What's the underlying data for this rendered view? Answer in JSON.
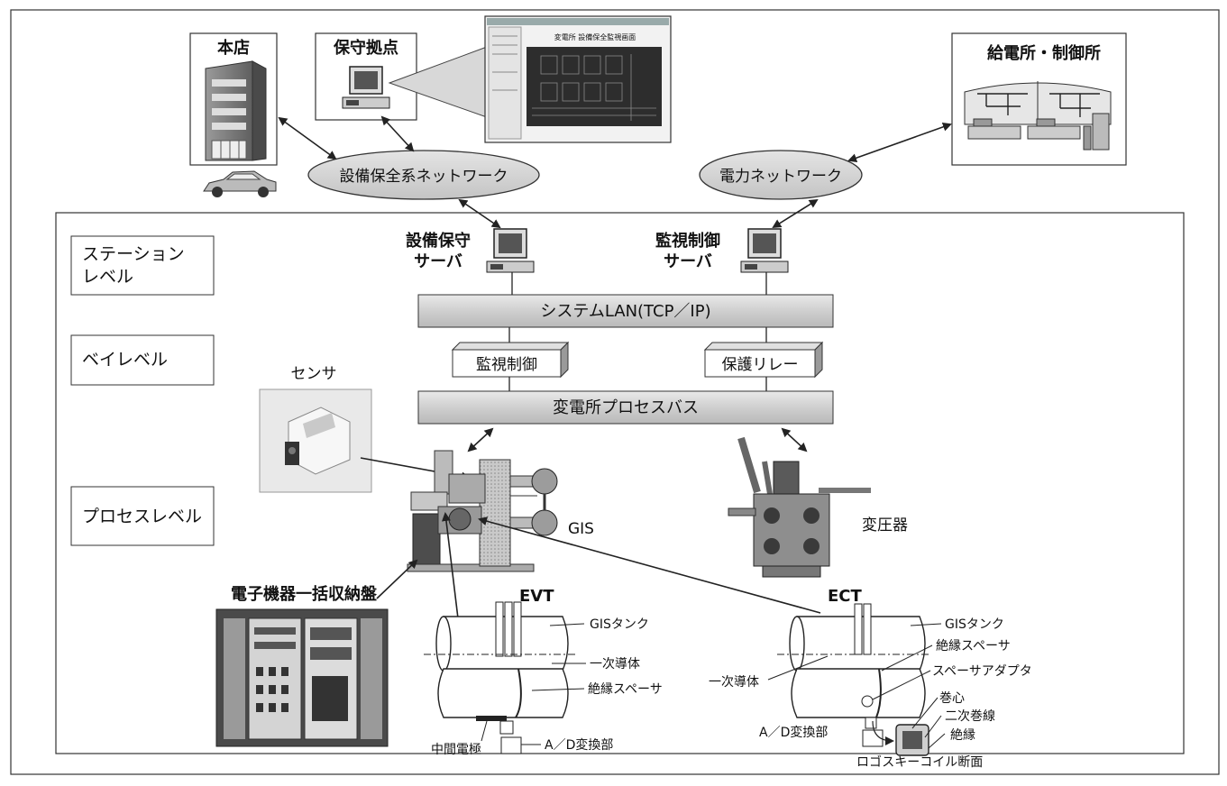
{
  "top": {
    "honten": "本店",
    "hoshu_kyoten": "保守拠点",
    "kyuden_seigyo": "給電所・制御所",
    "setsubi_network": "設備保全系ネットワーク",
    "denryoku_network": "電力ネットワーク",
    "screen_title": "変電所 設備保全監視画面"
  },
  "levels": {
    "station_line1": "ステーション",
    "station_line2": "レベル",
    "bay": "ベイレベル",
    "process": "プロセスレベル"
  },
  "servers": {
    "maintenance_line1": "設備保守",
    "maintenance_line2": "サーバ",
    "control_line1": "監視制御",
    "control_line2": "サーバ"
  },
  "buses": {
    "system_lan": "システムLAN(TCP／IP)",
    "process_bus": "変電所プロセスバス"
  },
  "bay_units": {
    "control": "監視制御",
    "relay": "保護リレー"
  },
  "equipment": {
    "sensor": "センサ",
    "gis": "GIS",
    "transformer": "変圧器",
    "cabinet": "電子機器一括収納盤"
  },
  "evt": {
    "title": "EVT",
    "tank": "GISタンク",
    "conductor": "一次導体",
    "spacer": "絶縁スペーサ",
    "electrode": "中間電極",
    "ad": "A／D変換部"
  },
  "ect": {
    "title": "ECT",
    "tank": "GISタンク",
    "spacer": "絶縁スペーサ",
    "conductor": "一次導体",
    "adapter": "スペーサアダプタ",
    "core": "巻心",
    "secondary": "二次巻線",
    "insulation": "絶縁",
    "ad": "A／D変換部",
    "coil": "ロゴスキーコイル断面"
  }
}
